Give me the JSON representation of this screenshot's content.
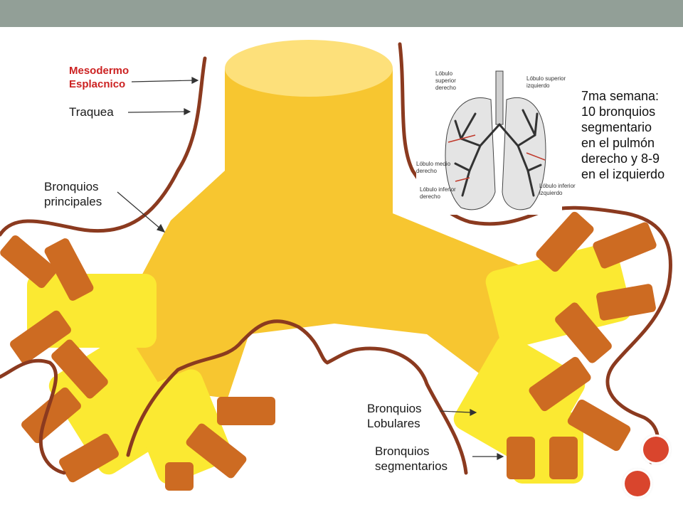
{
  "labels": {
    "mesodermo_line1": "Mesodermo",
    "mesodermo_line2": "Esplacnico",
    "traquea": "Traquea",
    "bronquios_principales_line1": "Bronquios",
    "bronquios_principales_line2": "principales",
    "bronquios_lobulares_line1": "Bronquios",
    "bronquios_lobulares_line2": "Lobulares",
    "bronquios_segmentarios_line1": "Bronquios",
    "bronquios_segmentarios_line2": "segmentarios"
  },
  "inset": {
    "lobulo_superior_derecho": [
      "Lóbulo",
      "superior",
      "derecho"
    ],
    "lobulo_superior_izquierdo": [
      "Lóbulo superior",
      "izquierdo"
    ],
    "lobulo_medio_derecho": [
      "Lóbulo medio",
      "derecho"
    ],
    "lobulo_inferior_derecho": [
      "Lóbulo inferior",
      "derecho"
    ],
    "lobulo_inferior_izquierdo": [
      "Lóbulo inferior",
      "izquierdo"
    ]
  },
  "note": [
    "7ma semana:",
    "10 bronquios",
    "segmentario",
    "en el pulmón",
    "derecho y  8-9",
    "en el izquierdo"
  ],
  "colors": {
    "header_bar": "#929f97",
    "mesoderm_outline": "#8b3a1f",
    "bronchi_main": "#f7c630",
    "bronchi_lobular": "#fbe932",
    "bronchi_segmental": "#cd6b22",
    "nav_button": "#d9452d"
  },
  "nav_icons": [
    "next-slide-icon",
    "previous-slide-icon"
  ]
}
